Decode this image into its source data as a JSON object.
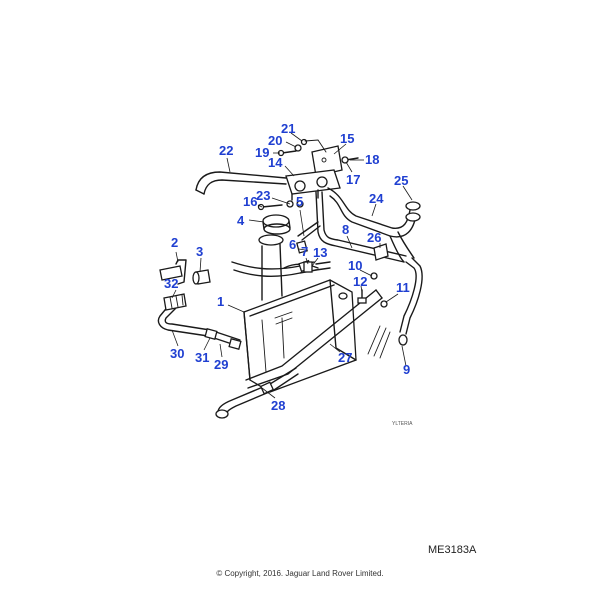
{
  "diagram": {
    "callouts": [
      "1",
      "2",
      "3",
      "4",
      "5",
      "6",
      "7",
      "8",
      "9",
      "10",
      "11",
      "12",
      "13",
      "14",
      "15",
      "16",
      "17",
      "18",
      "19",
      "20",
      "21",
      "22",
      "23",
      "24",
      "25",
      "26",
      "27",
      "28",
      "29",
      "30",
      "31",
      "32"
    ],
    "reference_code": "ME3183A",
    "artist_code": "YLTERIA",
    "copyright": "© Copyright, 2016. Jaguar Land Rover Limited."
  },
  "colors": {
    "callout": "#1f3fd1",
    "line": "#1a1a1a"
  }
}
